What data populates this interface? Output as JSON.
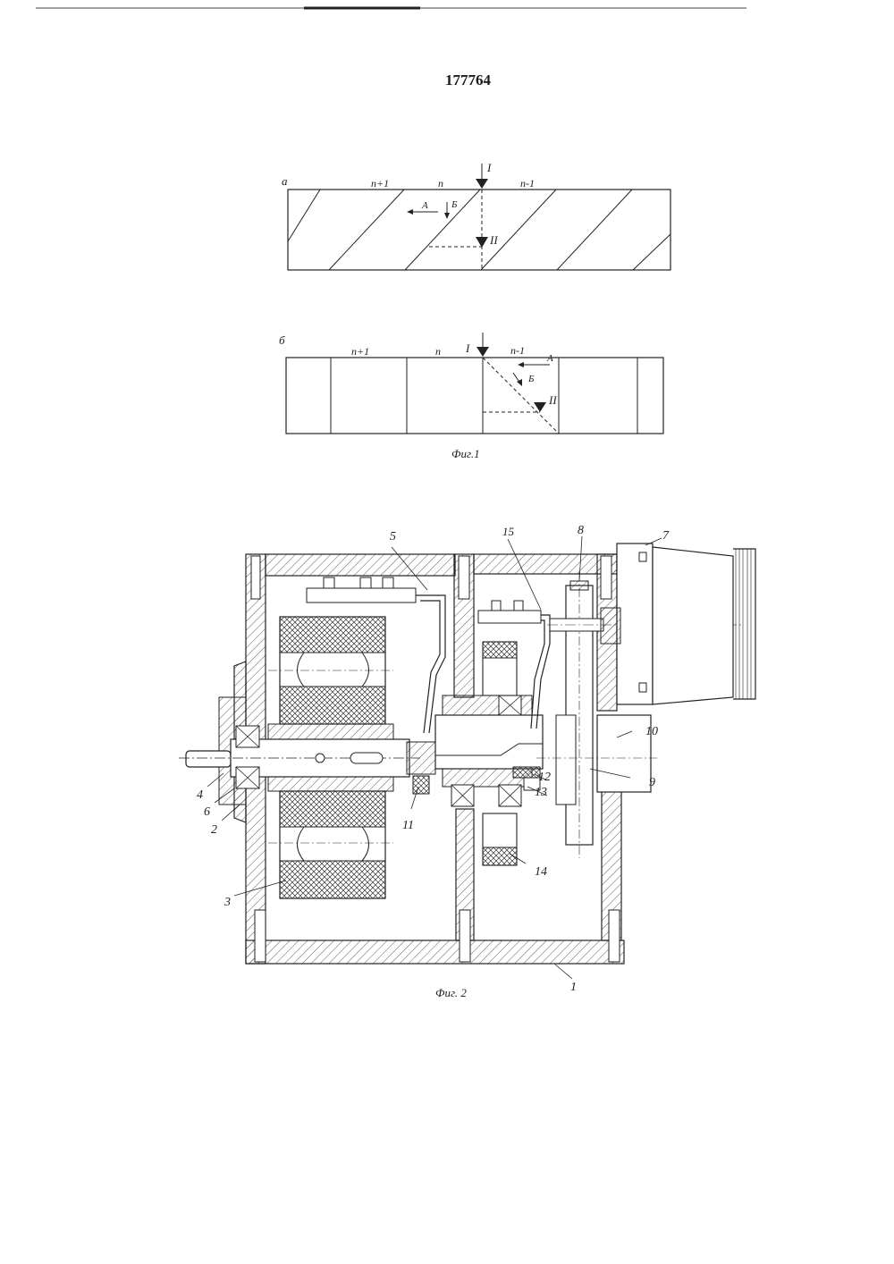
{
  "document": {
    "patent_number": "177764"
  },
  "fig1": {
    "caption": "Фиг.1",
    "part_a": {
      "label": "а",
      "zones": [
        "n+1",
        "n",
        "n-1"
      ],
      "marker_top": "I",
      "marker_bottom": "II",
      "arrow_a": "А",
      "arrow_b": "Б"
    },
    "part_b": {
      "label": "б",
      "zones": [
        "n+1",
        "n",
        "n-1"
      ],
      "marker_top": "I",
      "marker_bottom": "II",
      "arrow_a": "А",
      "arrow_b": "Б"
    }
  },
  "fig2": {
    "caption": "Фиг. 2",
    "part_labels": [
      "1",
      "2",
      "3",
      "4",
      "5",
      "6",
      "7",
      "8",
      "9",
      "10",
      "11",
      "12",
      "13",
      "14",
      "15"
    ]
  },
  "colors": {
    "ink": "#222222",
    "paper": "#ffffff"
  }
}
